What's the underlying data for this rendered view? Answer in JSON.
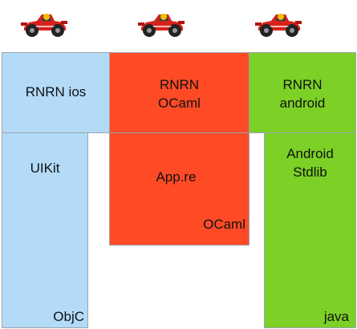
{
  "diagram": {
    "top_row": {
      "ios_label": [
        "RNRN ios"
      ],
      "ocaml_label": [
        "RNRN",
        "OCaml"
      ],
      "android_label": [
        "RNRN",
        "android"
      ]
    },
    "ios_column": {
      "title": "UIKit",
      "footer": "ObjC"
    },
    "ocaml_column": {
      "title": "App.re",
      "footer": "OCaml"
    },
    "android_column": {
      "title": [
        "Android",
        "Stdlib"
      ],
      "footer": "java"
    }
  },
  "colors": {
    "ios": "#b3dbf8",
    "ocaml": "#ff4a26",
    "android": "#7cd026",
    "border": "#9aa3ad"
  },
  "icons": [
    "race-car-icon",
    "race-car-icon",
    "race-car-icon"
  ]
}
